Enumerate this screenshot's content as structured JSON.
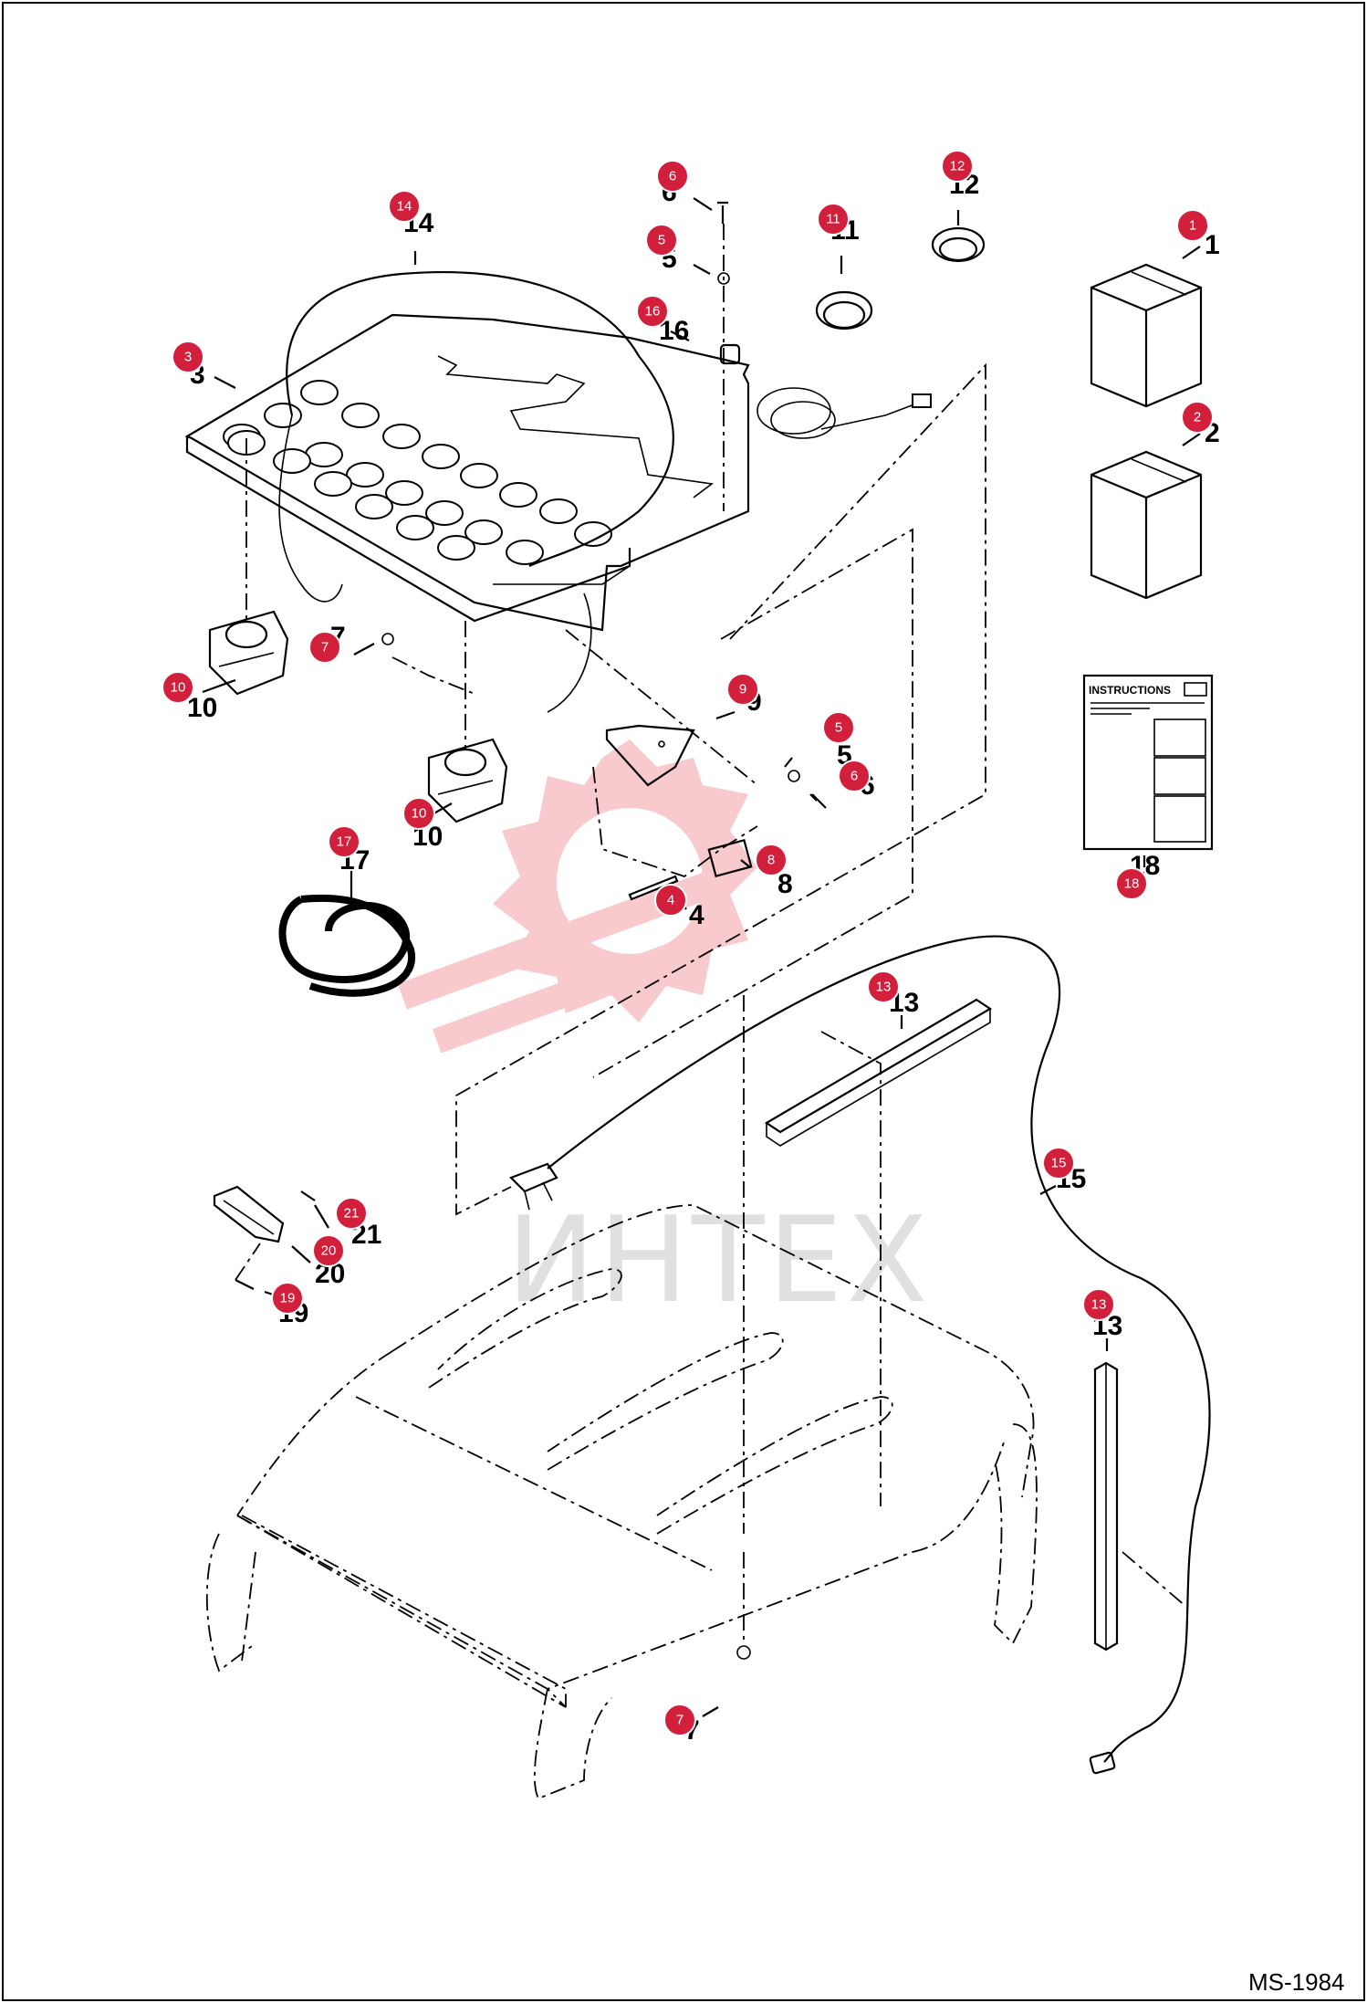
{
  "drawing_code": "MS-1984",
  "watermark": {
    "text": "ИНТЕХ",
    "color": "#e8424f"
  },
  "instruction_sheet": {
    "title": "INSTRUCTIONS"
  },
  "badge_color": "#d21f3c",
  "callouts": [
    {
      "id": "c1",
      "part": "1"
    },
    {
      "id": "c2",
      "part": "2"
    },
    {
      "id": "c3",
      "part": "3"
    },
    {
      "id": "c4",
      "part": "4"
    },
    {
      "id": "c5a",
      "part": "5"
    },
    {
      "id": "c5b",
      "part": "5"
    },
    {
      "id": "c6a",
      "part": "6"
    },
    {
      "id": "c6b",
      "part": "6"
    },
    {
      "id": "c7a",
      "part": "7"
    },
    {
      "id": "c7b",
      "part": "7"
    },
    {
      "id": "c8",
      "part": "8"
    },
    {
      "id": "c9",
      "part": "9"
    },
    {
      "id": "c10a",
      "part": "10"
    },
    {
      "id": "c10b",
      "part": "10"
    },
    {
      "id": "c11",
      "part": "11"
    },
    {
      "id": "c12",
      "part": "12"
    },
    {
      "id": "c13a",
      "part": "13"
    },
    {
      "id": "c13b",
      "part": "13"
    },
    {
      "id": "c14",
      "part": "14"
    },
    {
      "id": "c15",
      "part": "15"
    },
    {
      "id": "c16",
      "part": "16"
    },
    {
      "id": "c17",
      "part": "17"
    },
    {
      "id": "c18",
      "part": "18"
    },
    {
      "id": "c19",
      "part": "19"
    },
    {
      "id": "c20",
      "part": "20"
    },
    {
      "id": "c21",
      "part": "21"
    }
  ]
}
